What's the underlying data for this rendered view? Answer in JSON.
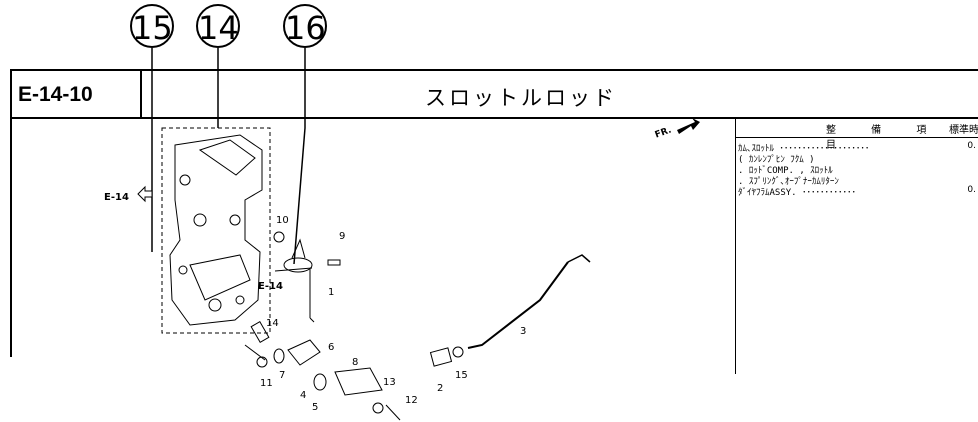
{
  "callouts": [
    "15",
    "14",
    "16"
  ],
  "section": {
    "code": "E-14-10",
    "title": "スロットルロッド"
  },
  "refs": {
    "left": "E-14",
    "mid": "E-14"
  },
  "fr_label": "FR.",
  "part_numbers": [
    "1",
    "2",
    "3",
    "4",
    "5",
    "6",
    "7",
    "8",
    "9",
    "10",
    "11",
    "12",
    "13",
    "14",
    "15"
  ],
  "table": {
    "header_item": "整 備 項 目",
    "header_std": "標準時",
    "rows": [
      {
        "text": "ｶﾑ､ｽﾛｯﾄﾙ ････････････････････",
        "value": "0."
      },
      {
        "text": "( ｶﾝﾚﾝﾌﾟﾋﾝ ﾌｸﾑ )",
        "value": ""
      },
      {
        "text": ". ﾛｯﾄﾞCOMP. , ｽﾛｯﾄﾙ",
        "value": ""
      },
      {
        "text": ". ｽﾌﾟﾘﾝｸﾞ､ｵｰﾌﾟﾅｰｶﾑﾘﾀｰﾝ",
        "value": ""
      },
      {
        "text": "ﾀﾞｲﾔﾌﾗﾑASSY. ････････････",
        "value": "0."
      }
    ]
  }
}
